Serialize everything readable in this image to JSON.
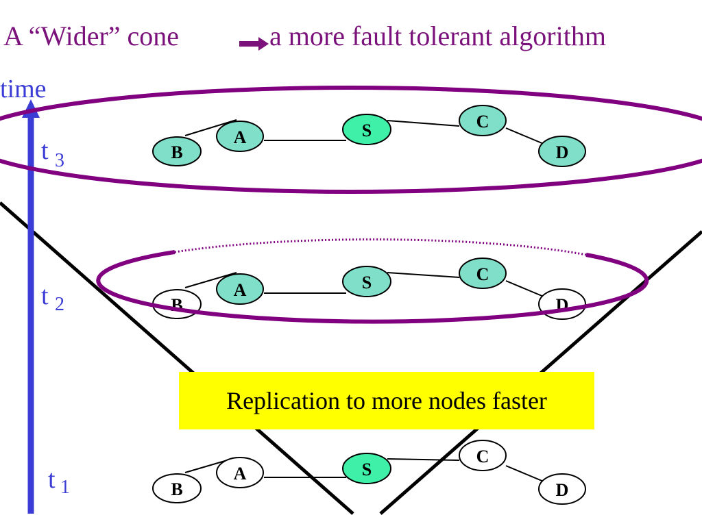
{
  "title": {
    "before_arrow": "A “Wider” cone",
    "after_arrow": "a more fault tolerant algorithm"
  },
  "axis": {
    "label": "time",
    "levels": [
      {
        "base": "t",
        "sub": "3"
      },
      {
        "base": "t",
        "sub": "2"
      },
      {
        "base": "t",
        "sub": "1"
      }
    ]
  },
  "nodes": {
    "B": "B",
    "A": "A",
    "S": "S",
    "C": "C",
    "D": "D"
  },
  "callout": "Replication to more nodes faster",
  "colors": {
    "title": "#7b127b",
    "axis": "#3b3bd6",
    "ring": "#800080",
    "node_fill_teal": "#7fdfc8",
    "node_fill_source": "#3ff0a8",
    "node_fill_white": "#ffffff",
    "callout_bg": "#ffff00",
    "cone": "#000000"
  }
}
